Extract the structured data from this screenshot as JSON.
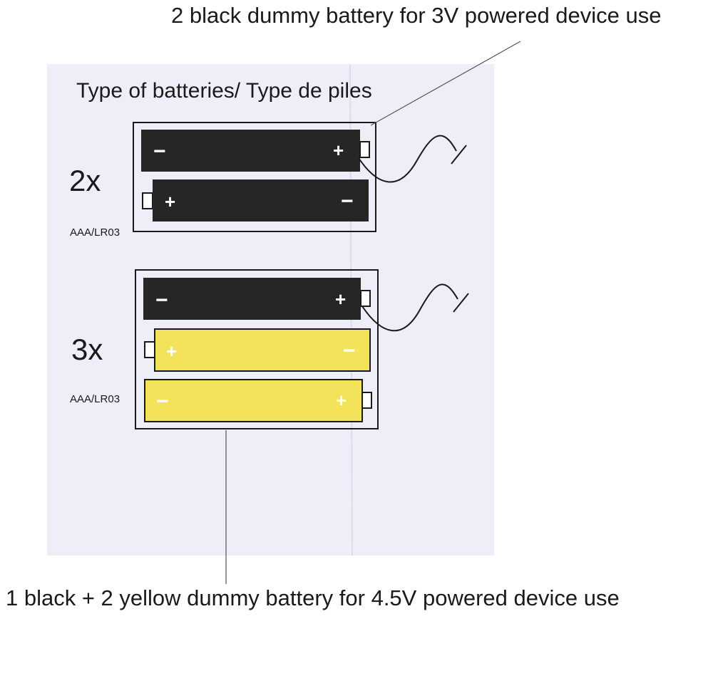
{
  "card": {
    "title": "Type of batteries/ Type de piles"
  },
  "group_2x": {
    "count_label": "2x",
    "size_label": "AAA/LR03",
    "battery_1": {
      "left_sign": "−",
      "right_sign": "+"
    },
    "battery_2": {
      "left_sign": "+",
      "right_sign": "−"
    }
  },
  "group_3x": {
    "count_label": "3x",
    "size_label": "AAA/LR03",
    "battery_1": {
      "left_sign": "−",
      "right_sign": "+"
    },
    "battery_2": {
      "left_sign": "+",
      "right_sign": "−"
    },
    "battery_3": {
      "left_sign": "−",
      "right_sign": "+"
    }
  },
  "annotations": {
    "top": "2 black dummy battery for 3V powered device use",
    "bottom": "1 black + 2 yellow dummy battery for 4.5V powered device use"
  },
  "colors": {
    "card_background": "#eeeef8",
    "black_battery": "#262626",
    "yellow_battery": "#f3e35a",
    "outline": "#1a1a1a",
    "text": "#1a1a1a"
  }
}
